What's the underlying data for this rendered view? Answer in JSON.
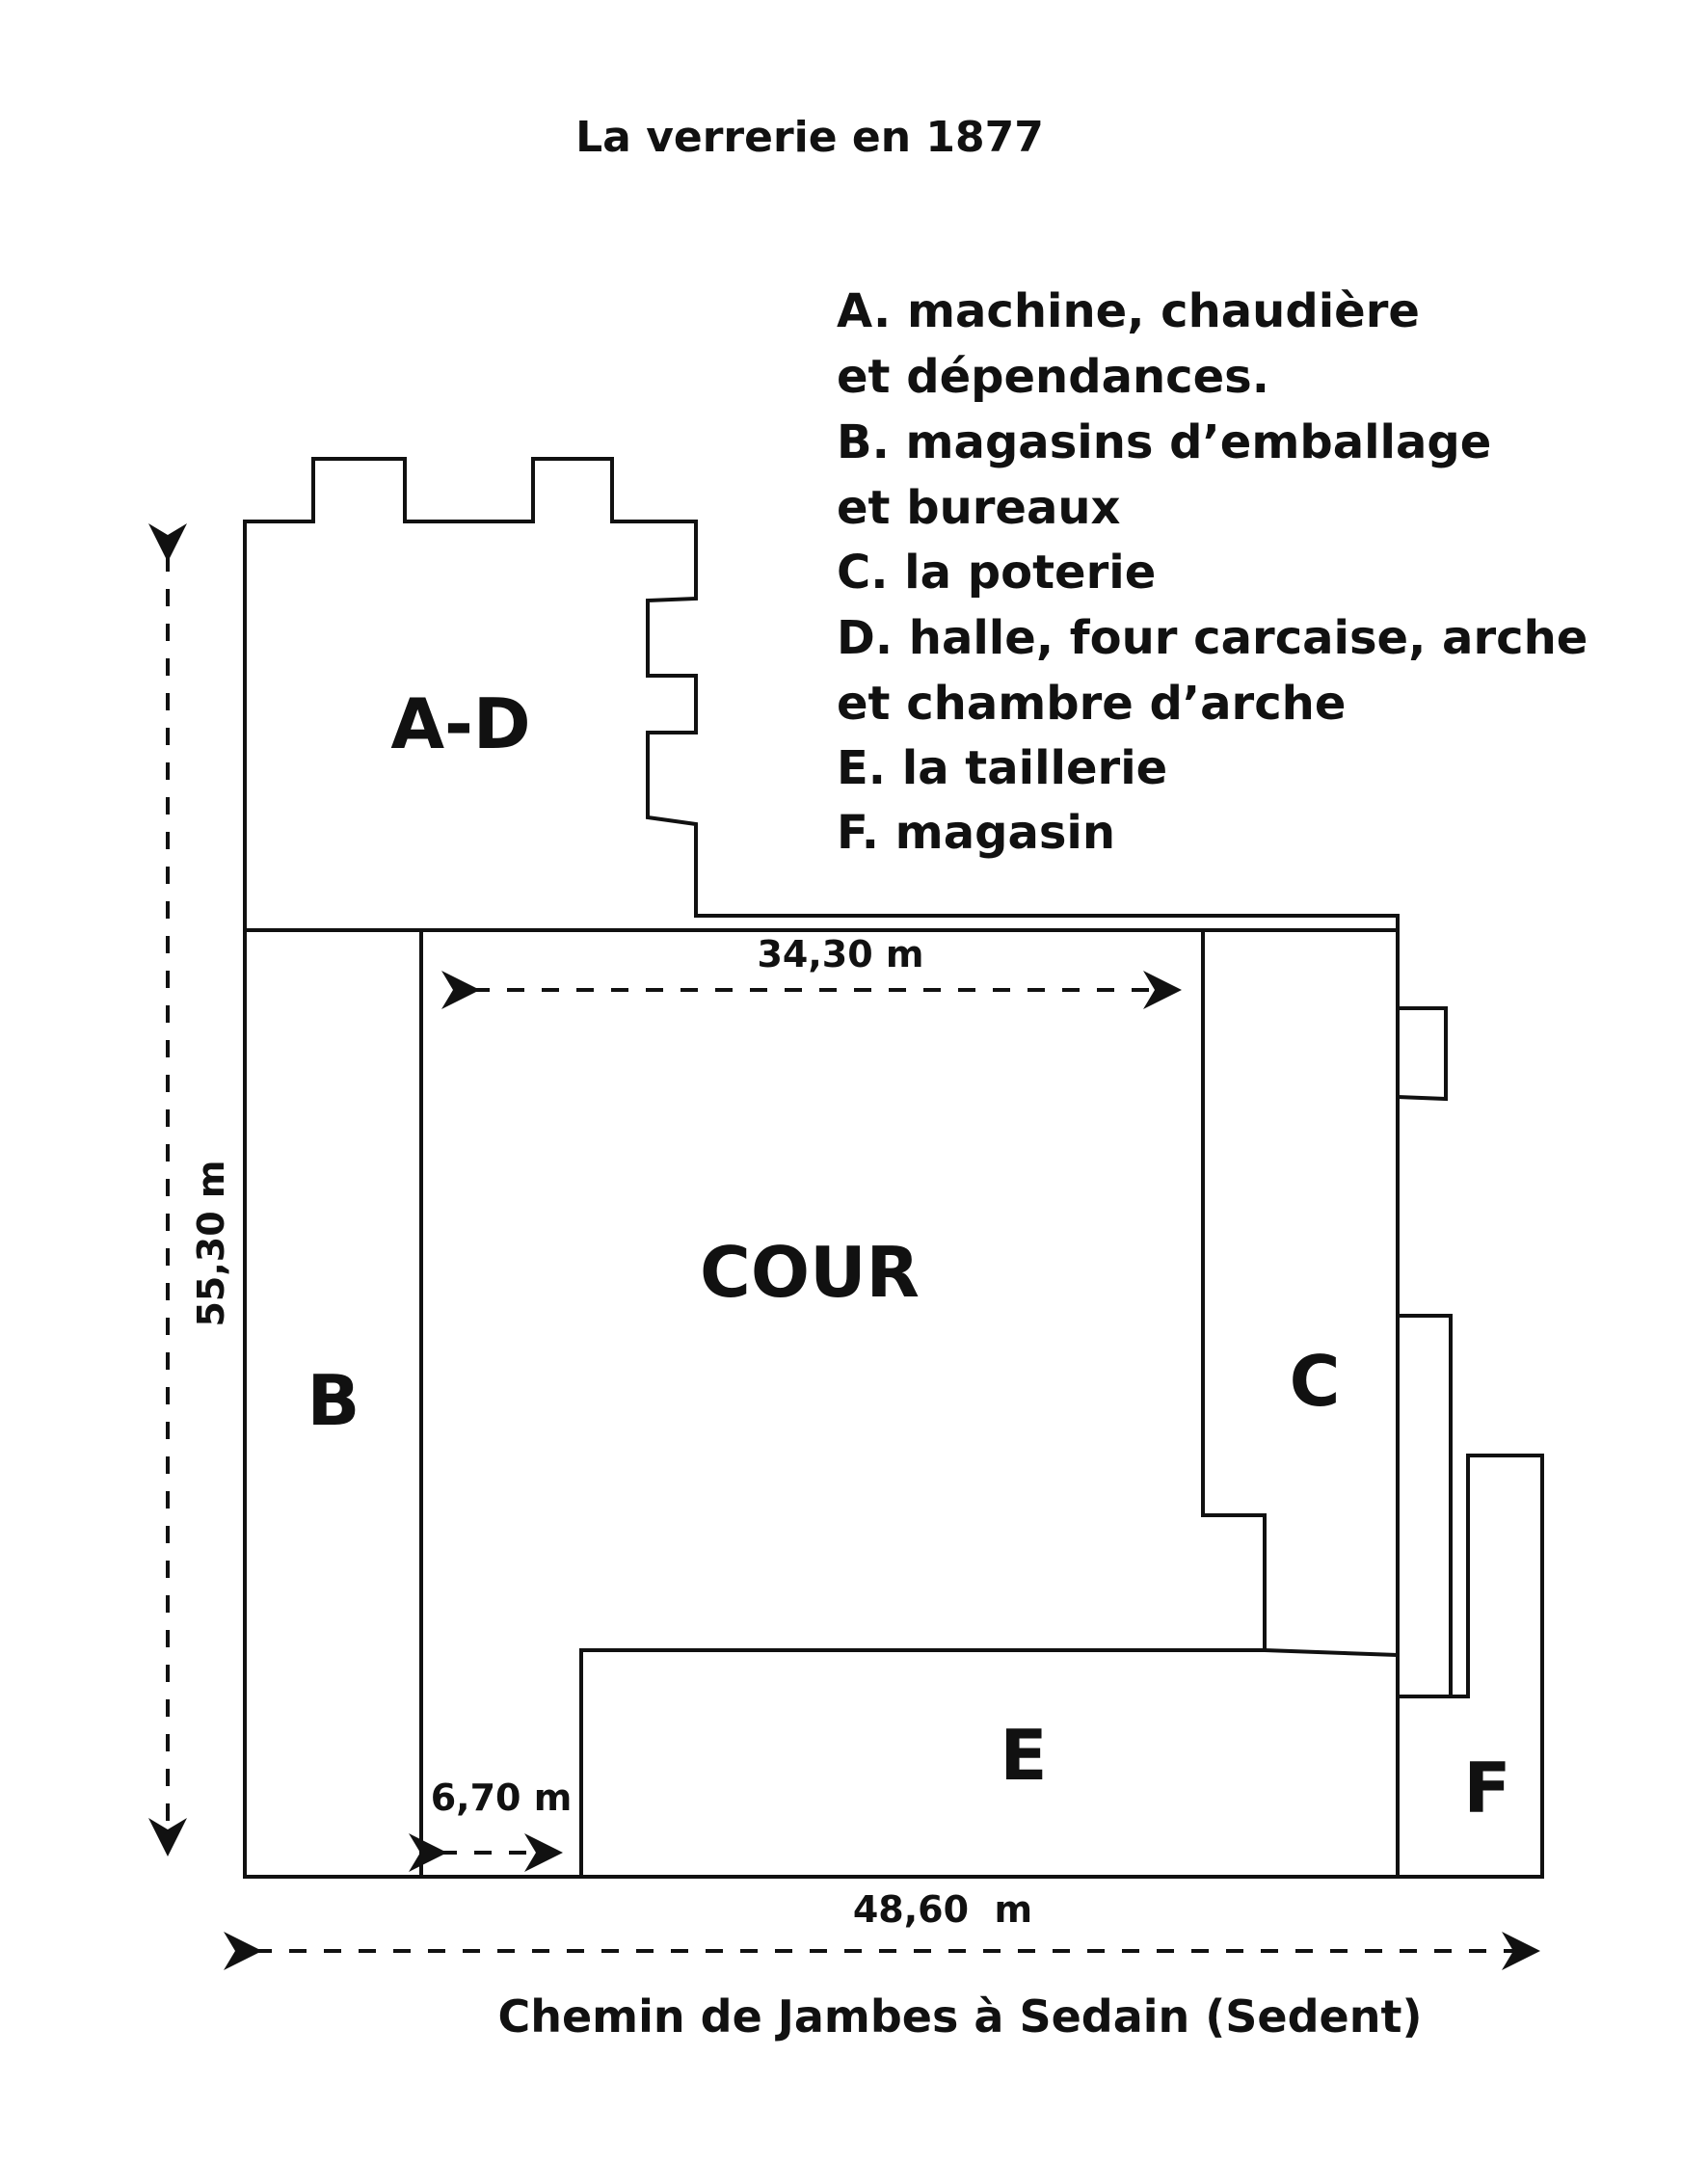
{
  "title": "La verrerie en 1877",
  "legend": [
    "A. machine, chaudière",
    "et dépendances.",
    "B. magasins d’emballage",
    "et bureaux",
    "C. la poterie",
    "D. halle, four carcaise, arche",
    "et chambre d’arche",
    "E. la taillerie",
    "F. magasin"
  ],
  "zones": {
    "ad": "A-D",
    "b": "B",
    "cour": "COUR",
    "c": "C",
    "e": "E",
    "f": "F"
  },
  "dimensions": {
    "height": "55,30 m",
    "court_width": "34,30 m",
    "gap": "6,70 m",
    "total_width": "48,60  m"
  },
  "road": "Chemin de Jambes à Sedain (Sedent)"
}
